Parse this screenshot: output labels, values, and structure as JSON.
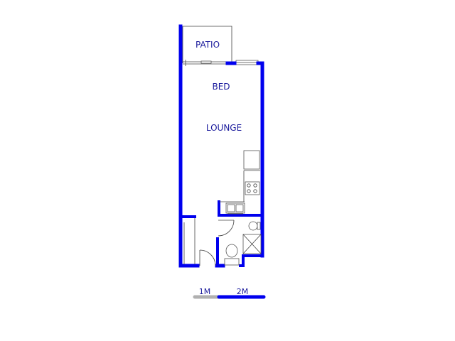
{
  "floor_plan": {
    "rooms": {
      "patio": "PATIO",
      "bed": "BED",
      "lounge": "LOUNGE"
    },
    "scale_bar": {
      "label_1": "1M",
      "label_2": "2M"
    }
  },
  "colors": {
    "wall": "#0000ee",
    "label": "#1a1a9c",
    "scale_first_segment": "#b0b0b0",
    "scale_second_segment": "#0000ee"
  }
}
